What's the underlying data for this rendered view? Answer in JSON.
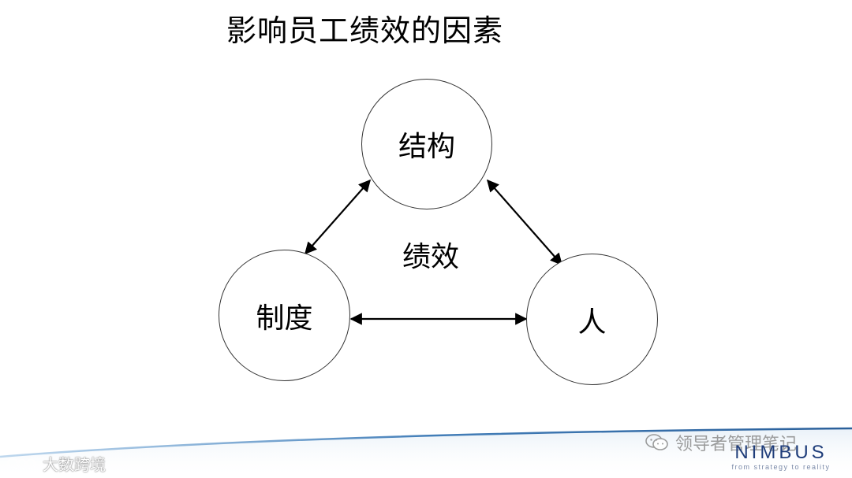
{
  "title": "影响员工绩效的因素",
  "center_label": "绩效",
  "nodes": {
    "structure": "结构",
    "system": "制度",
    "people": "人"
  },
  "edges": [
    {
      "from": "结构",
      "to": "制度",
      "type": "bidirectional"
    },
    {
      "from": "结构",
      "to": "人",
      "type": "bidirectional"
    },
    {
      "from": "制度",
      "to": "人",
      "type": "bidirectional"
    }
  ],
  "footer": {
    "wechat_account": "领导者管理笔记",
    "brand_name": "NIMBUS",
    "brand_tagline": "from strategy to reality",
    "watermark": "大数跨境"
  },
  "colors": {
    "ink": "#000000",
    "circle_stroke": "#333333",
    "wave_blue": "#3a78b5",
    "brand": "#1f3d7a"
  }
}
